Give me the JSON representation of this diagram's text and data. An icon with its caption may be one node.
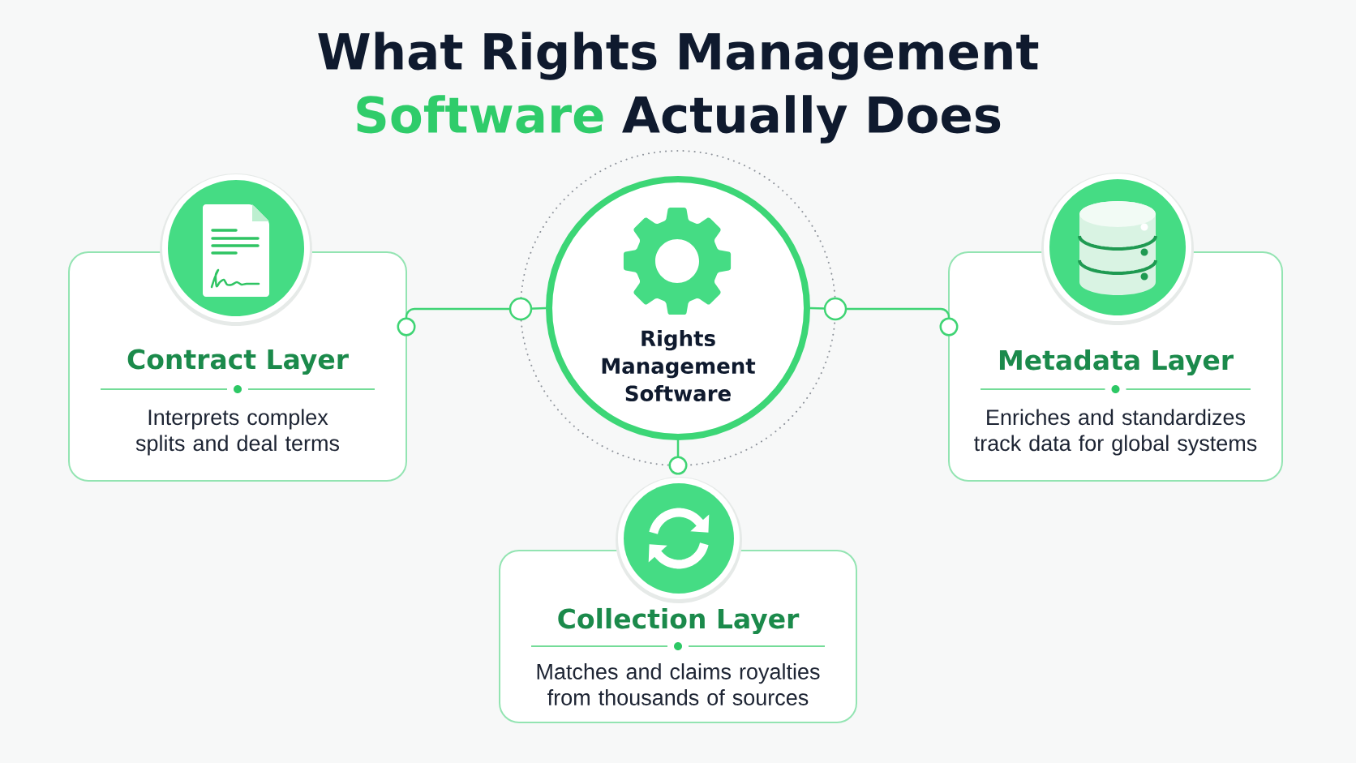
{
  "diagram": {
    "title": "What Rights Management Software Actually Does",
    "nodes": [
      {
        "text": [
          "Rights Management Software"
        ]
      },
      {
        "text": [
          "Contract Layer",
          "Interprets complex splits and deal terms"
        ]
      },
      {
        "text": [
          "Metadata Layer",
          "Enriches and standardizes track data for global systems"
        ]
      },
      {
        "text": [
          "Collection Layer",
          "Matches and claims royalties from thousands of sources"
        ]
      }
    ],
    "edges": [
      {
        "from": 0,
        "to": 1,
        "arrow": "other"
      },
      {
        "from": 0,
        "to": 2,
        "arrow": "other"
      },
      {
        "from": 0,
        "to": 3,
        "arrow": "other"
      }
    ]
  }
}
